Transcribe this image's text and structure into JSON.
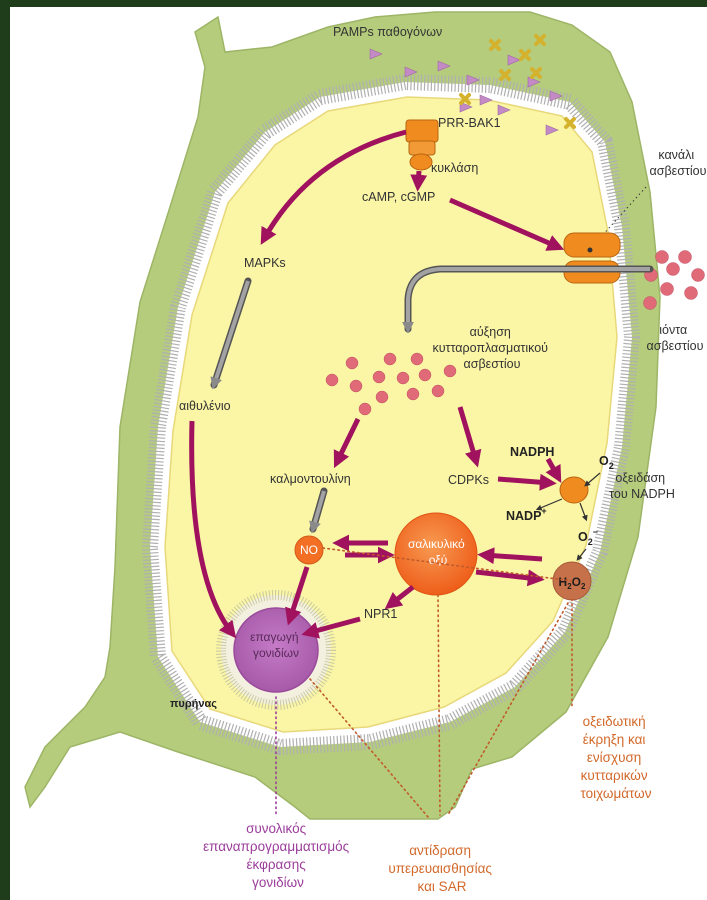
{
  "labels": {
    "pamps": "PAMPs παθογόνων",
    "prr_bak1": "PRR-BAK1",
    "cyclase": "κυκλάση",
    "camp": "cAMP, cGMP",
    "channel": [
      "κανάλι",
      "ασβεστίου"
    ],
    "ions": [
      "ιόντα",
      "ασβεστίου"
    ],
    "mapks": "MAPKs",
    "calcium_rise": [
      "αύξηση",
      "κυτταροπλασματικού",
      "ασβεστίου"
    ],
    "ethylene": "αιθυλένιο",
    "calmodulin": "καλμοντουλίνη",
    "cdpks": "CDPKs",
    "nadph": "NADPH",
    "nadp_base": "NADP",
    "nadp_sup": "+",
    "o2": "O",
    "o2_sub": "2",
    "o2_super": "−",
    "oxidase": [
      "οξειδάση",
      "του NADPH"
    ],
    "no": "NO",
    "salicylic": [
      "σαλικυλικό",
      "οξύ"
    ],
    "h2o2_parts": [
      "H",
      "2",
      "O",
      "2"
    ],
    "npr1": "NPR1",
    "gene_induction": [
      "επαγωγή",
      "γονιδίων"
    ],
    "nucleus": "πυρήνας",
    "oxidative": [
      "οξειδωτική",
      "έκρηξη και",
      "ενίσχυση",
      "κυτταρικών",
      "τοιχωμάτων"
    ],
    "reprogramming": [
      "συνολικός",
      "επαναπρογραμματισμός",
      "έκφρασης",
      "γονιδίων"
    ],
    "hypersensitive": [
      "αντίδραση",
      "υπερευαισθησίας",
      "και SAR"
    ]
  },
  "colors": {
    "cell_wall": "#b5cc7c",
    "cytoplasm": "#fbf6a6",
    "arrow": "#a0125e",
    "grey_arrow": "#8a8a8a",
    "calcium": "#e06a78",
    "pamp_triangle": "#c38ac5",
    "pamp_cross": "#e1c53f",
    "orange": "#f08c1f",
    "salicylic": "#f26f23",
    "nucleus": "#b463b4",
    "dotted_orange": "#d2692b",
    "dotted_purple": "#9b3d9b"
  }
}
